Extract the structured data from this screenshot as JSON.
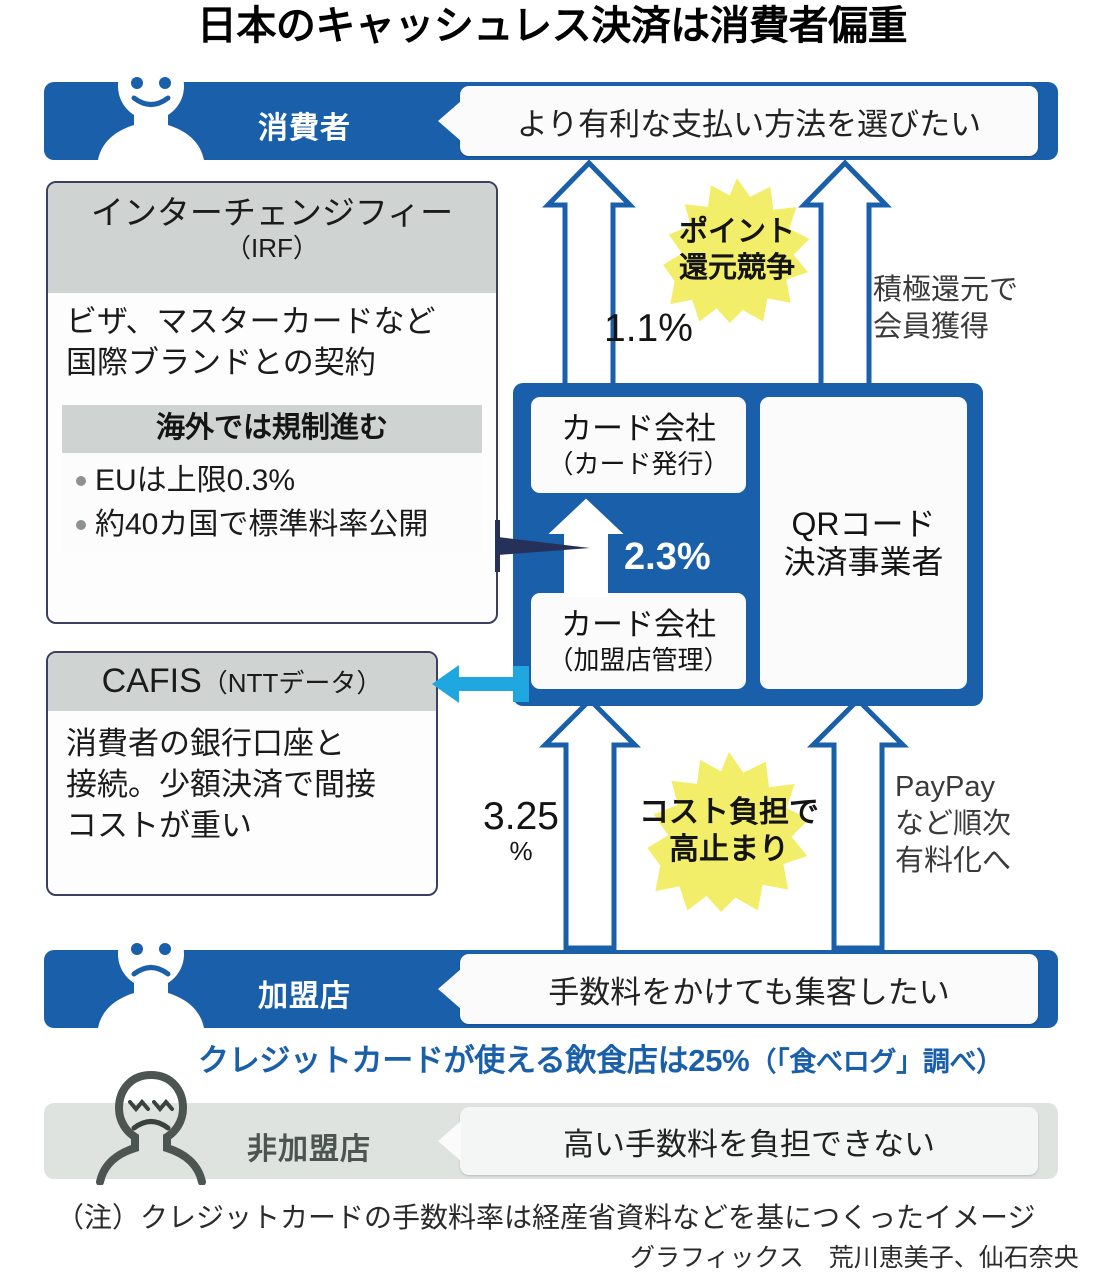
{
  "title": "日本のキャッシュレス決済は消費者偏重",
  "actors": {
    "consumer": {
      "label": "消費者",
      "quote": "より有利な支払い方法を選びたい",
      "icon": "person-smiling-icon"
    },
    "merchant": {
      "label": "加盟店",
      "quote": "手数料をかけても集客したい",
      "icon": "person-frowning-icon"
    },
    "non_merchant": {
      "label": "非加盟店",
      "quote": "高い手数料を負担できない",
      "icon": "person-outline-distressed-icon"
    }
  },
  "cards": {
    "irf": {
      "head_line1": "インターチェンジフィー",
      "head_line2": "（IRF）",
      "body_line1": "ビザ、マスターカードなど",
      "body_line2": "国際ブランドとの契約",
      "sub_head": "海外では規制進む",
      "bullets": [
        "EUは上限0.3%",
        "約40カ国で標準料率公開"
      ]
    },
    "cafis": {
      "head": "CAFIS",
      "head_sub": "（NTTデータ）",
      "body_line1": "消費者の銀行口座と",
      "body_line2": "接続。少額決済で間接",
      "body_line3": "コストが重い"
    }
  },
  "processors": {
    "issuer": {
      "line1": "カード会社",
      "line2": "（カード発行）"
    },
    "acquirer": {
      "line1": "カード会社",
      "line2": "（加盟店管理）"
    },
    "qr": {
      "line1": "QRコード",
      "line2": "決済事業者"
    }
  },
  "rates": {
    "issuer_to_consumer": "1.1%",
    "acquirer_to_issuer": "2.3%",
    "merchant_to_acquirer_value": "3.25",
    "merchant_to_acquirer_unit": "%"
  },
  "callouts": {
    "point_competition": {
      "line1": "ポイント",
      "line2": "還元競争",
      "color": "#f2ee6a"
    },
    "cost_burden": {
      "line1": "コスト負担で",
      "line2": "高止まり",
      "color": "#f2ee6a"
    }
  },
  "notes": {
    "qr_top_line1": "積極還元で",
    "qr_top_line2": "会員獲得",
    "qr_bottom_line1": "PayPay",
    "qr_bottom_line2": "など順次",
    "qr_bottom_line3": "有料化へ"
  },
  "stat_line": {
    "main": "クレジットカードが使える飲食店は25%",
    "source": "（「食べログ」調べ）"
  },
  "footer": {
    "note": "（注）クレジットカードの手数料率は経産省資料などを基につくったイメージ",
    "credit": "グラフィックス　荒川恵美子、仙石奈央"
  },
  "colors": {
    "brand_blue": "#1a5faa",
    "cyan_arrow": "#21a7e0",
    "navy_pointer": "#253159",
    "gray_panel": "#cfd4d2",
    "burst_yellow": "#f2ee6a"
  }
}
